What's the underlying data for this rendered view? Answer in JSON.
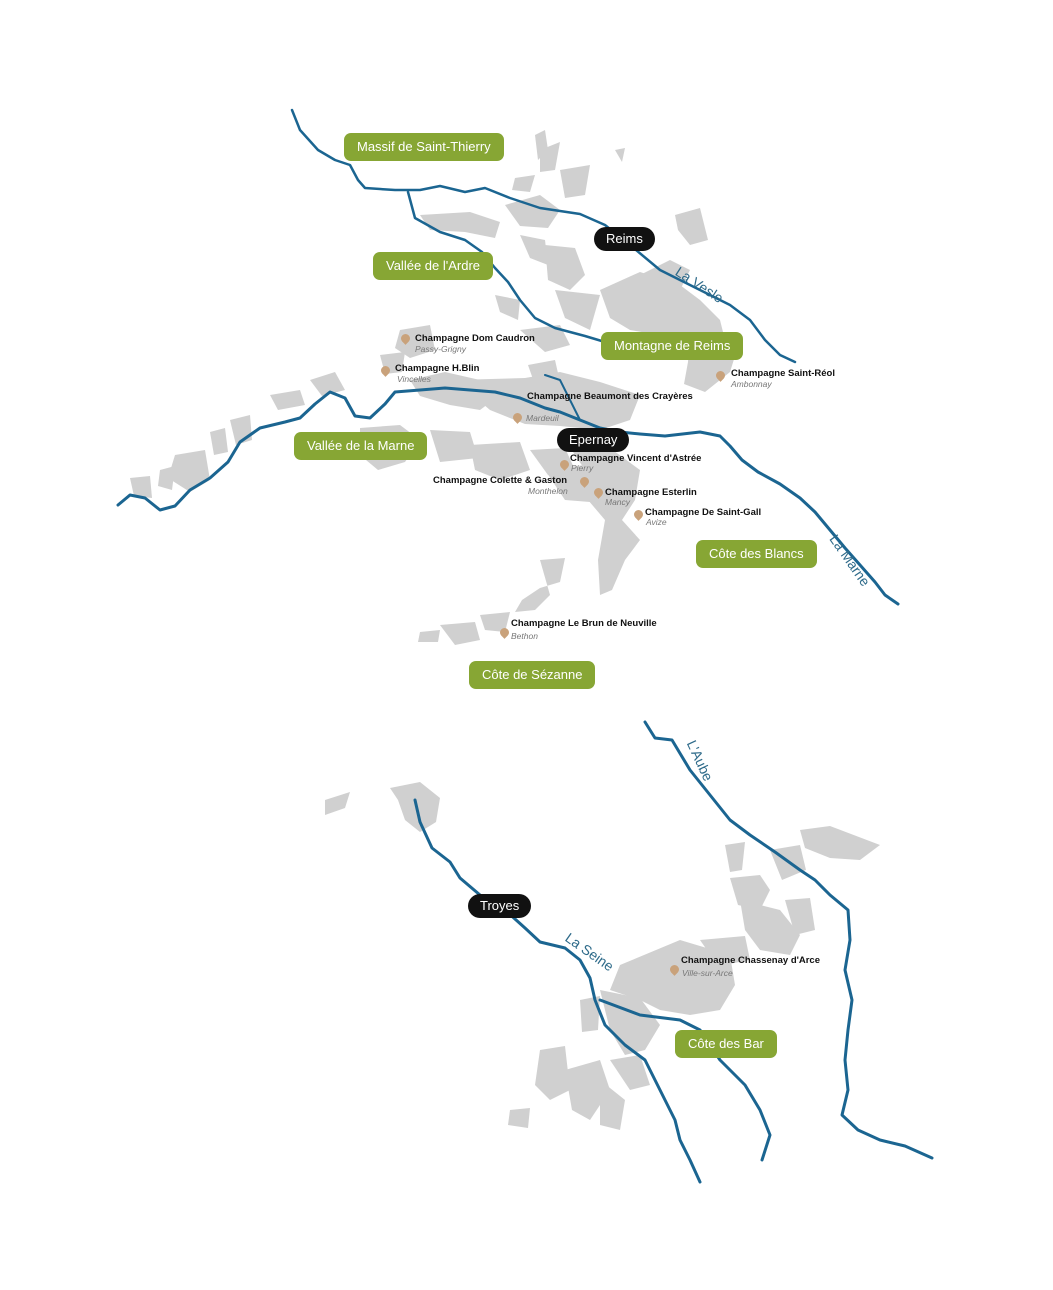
{
  "colors": {
    "river": "#1b6591",
    "vineyard": "#d0d0d0",
    "region_bg": "#87a634",
    "city_bg": "#111111",
    "pin": "#c9a27b"
  },
  "regions": {
    "saint_thierry": "Massif de Saint-Thierry",
    "ardre": "Vallée de l'Ardre",
    "montagne": "Montagne de Reims",
    "marne_valley": "Vallée de la Marne",
    "blancs": "Côte des Blancs",
    "sezanne": "Côte de Sézanne",
    "bar": "Côte des Bar"
  },
  "cities": {
    "reims": "Reims",
    "epernay": "Epernay",
    "troyes": "Troyes"
  },
  "rivers": {
    "vesle": "La Vesle",
    "marne": "La Marne",
    "seine": "La Seine",
    "aube": "L'Aube"
  },
  "producers": {
    "dom_caudron": {
      "name": "Champagne Dom Caudron",
      "village": "Passy-Grigny"
    },
    "hblin": {
      "name": "Champagne H.Blin",
      "village": "Vincelles"
    },
    "beaumont": {
      "name": "Champagne Beaumont des Crayères",
      "village": "Mardeuil"
    },
    "saint_reol": {
      "name": "Champagne Saint-Réol",
      "village": "Ambonnay"
    },
    "vincent": {
      "name": "Champagne Vincent d'Astrée",
      "village": "Pierry"
    },
    "colette": {
      "name": "Champagne Colette & Gaston",
      "village": "Monthelon"
    },
    "esterlin": {
      "name": "Champagne Esterlin",
      "village": "Mancy"
    },
    "saint_gall": {
      "name": "Champagne De Saint-Gall",
      "village": "Avize"
    },
    "le_brun": {
      "name": "Champagne Le Brun de Neuville",
      "village": "Bethon"
    },
    "chassenay": {
      "name": "Champagne Chassenay d'Arce",
      "village": "Ville-sur-Arce"
    }
  }
}
